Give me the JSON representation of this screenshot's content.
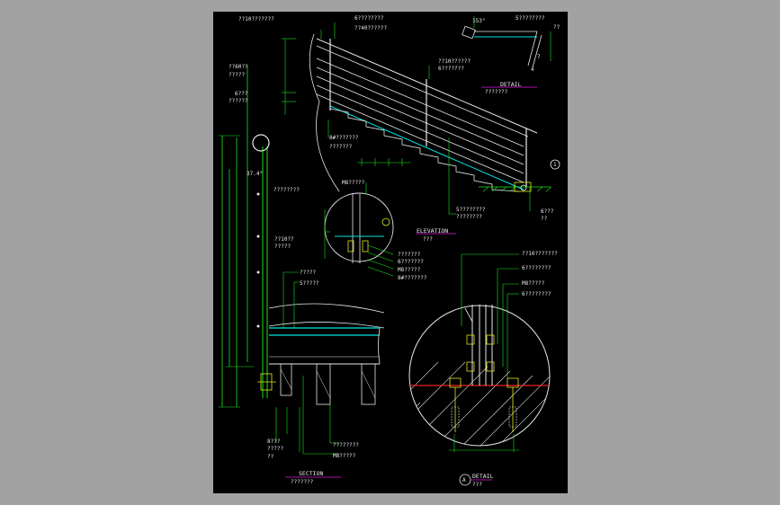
{
  "viewer": {
    "background_color": "#a2a2a2",
    "sheet_color": "#000000"
  },
  "drawing": {
    "colors": {
      "dimension": "#19e619",
      "rail": "#e8e8e8",
      "structure": "#00e5e5",
      "title_underline": "#e619e6",
      "ground_section": "#e62020",
      "bolt": "#e6e619"
    },
    "labels": {
      "top_left_note": "??10???????",
      "top_note_1": "6????????",
      "top_note_2": "??40??????",
      "left_note_1": "??60??",
      "left_note_2": "?????",
      "left_note_3": "6???",
      "left_note_4": "??????",
      "angle_left": "37.4°",
      "mid_note_1": "????????",
      "mid_note_2": "??10??",
      "mid_note_3": "?????",
      "stair_note_1": "??10??????",
      "stair_note_2": "6???????",
      "stair_note_3": "8#???????",
      "stair_note_4": "???????",
      "detail_angle": "153°",
      "detail_note": "5????????",
      "detail_small_1": "??",
      "detail_small_2": "7",
      "detail_small_3": "4",
      "detail_title": "DETAIL",
      "detail_subtitle": "???????",
      "m8_note": "M8?????",
      "foot_note_1": "5????????",
      "foot_note_2": "????????",
      "foot_note_3": "6???",
      "foot_note_4": "??",
      "elevation_title": "ELEVATION",
      "elevation_subtitle": "???",
      "circle_note_1": "???????",
      "circle_note_2": "6???????",
      "circle_note_3": "M8?????",
      "circle_note_4": "8#???????",
      "section_note_1": "?????",
      "section_note_2": "5?????",
      "section_note_3": "8???",
      "section_note_4": "?????",
      "section_note_5": "??",
      "section_note_6": "????????",
      "section_note_7": "M8?????",
      "section_title": "SECTION",
      "section_subtitle": "???????",
      "big_detail_note_1": "??10???????",
      "big_detail_note_2": "6????????",
      "big_detail_note_3": "M8?????",
      "big_detail_note_4": "6????????",
      "big_detail_marker": "A",
      "big_detail_title": "DETAIL",
      "big_detail_subtitle": "???",
      "elevation_marker": "1"
    }
  }
}
